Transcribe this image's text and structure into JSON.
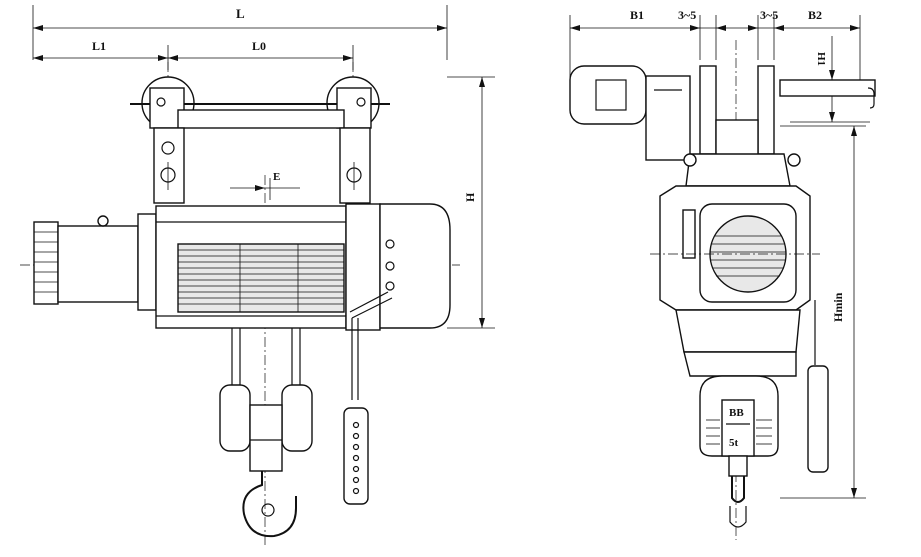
{
  "dimensions": {
    "side_view": {
      "L": "L",
      "L1": "L1",
      "L0": "L0",
      "E": "E",
      "H": "H"
    },
    "end_view": {
      "B1": "B1",
      "gap_left": "3~5",
      "gap_right": "3~5",
      "B2": "B2",
      "H1": "H1",
      "Hmin": "Hmin"
    }
  },
  "hook_block": {
    "logo": "BB",
    "capacity": "5t"
  },
  "colors": {
    "line": "#111111",
    "background": "#ffffff"
  }
}
